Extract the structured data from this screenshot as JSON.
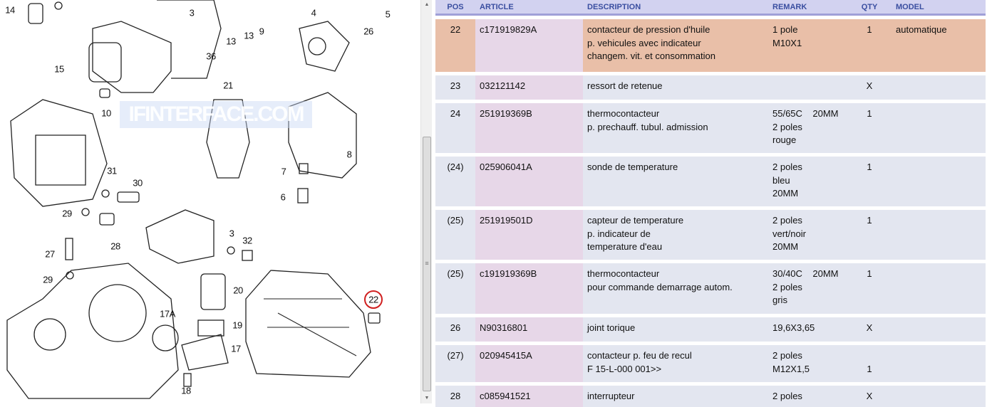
{
  "diagram": {
    "watermark": "IFINTERFACE.COM",
    "callouts": [
      "14",
      "3",
      "13",
      "13",
      "9",
      "4",
      "26",
      "5",
      "15",
      "36",
      "10",
      "21",
      "8",
      "7",
      "6",
      "31",
      "30",
      "29",
      "28",
      "3",
      "32",
      "27",
      "29",
      "20",
      "17A",
      "19",
      "17",
      "18",
      "22"
    ],
    "highlighted_callout": "22",
    "highlight_color": "#d02020"
  },
  "table": {
    "headers": {
      "pos": "POS",
      "article": "ARTICLE",
      "description": "DESCRIPTION",
      "remark": "REMARK",
      "qty": "QTY",
      "model": "MODEL"
    },
    "rows": [
      {
        "pos": "22",
        "article": "c171919829A",
        "description": "contacteur de pression d'huile\np. vehicules avec indicateur\nchangem. vit. et consommation",
        "remark": "1 pole\nM10X1",
        "qty": "1",
        "model": "automatique",
        "selected": true
      },
      {
        "pos": "23",
        "article": "032121142",
        "description": "ressort de retenue",
        "remark": "",
        "qty": "X",
        "model": ""
      },
      {
        "pos": "24",
        "article": "251919369B",
        "description": "thermocontacteur\np. prechauff. tubul. admission",
        "remark": "55/65C    20MM\n2 poles\nrouge",
        "qty": "1",
        "model": ""
      },
      {
        "pos": "(24)",
        "article": "025906041A",
        "description": "sonde de temperature",
        "remark": "2 poles\nbleu\n20MM",
        "qty": "1",
        "model": ""
      },
      {
        "pos": "(25)",
        "article": "251919501D",
        "description": "capteur de temperature\np. indicateur de\ntemperature d'eau",
        "remark": "2 poles\nvert/noir\n20MM",
        "qty": "1",
        "model": ""
      },
      {
        "pos": "(25)",
        "article": "c191919369B",
        "description": "thermocontacteur\npour commande demarrage autom.",
        "remark": "30/40C    20MM\n2 poles\ngris",
        "qty": "1",
        "model": ""
      },
      {
        "pos": "26",
        "article": "N90316801",
        "description": "joint torique",
        "remark": "19,6X3,65",
        "qty": "X",
        "model": ""
      },
      {
        "pos": "(27)",
        "article": "020945415A",
        "description": "contacteur p. feu de recul\nF 15-L-000 001>>",
        "remark": "2 poles\nM12X1,5",
        "qty": "\n1",
        "model": ""
      },
      {
        "pos": "28",
        "article": "c085941521",
        "description": "interrupteur",
        "remark": "2 poles",
        "qty": "X",
        "model": ""
      }
    ]
  }
}
